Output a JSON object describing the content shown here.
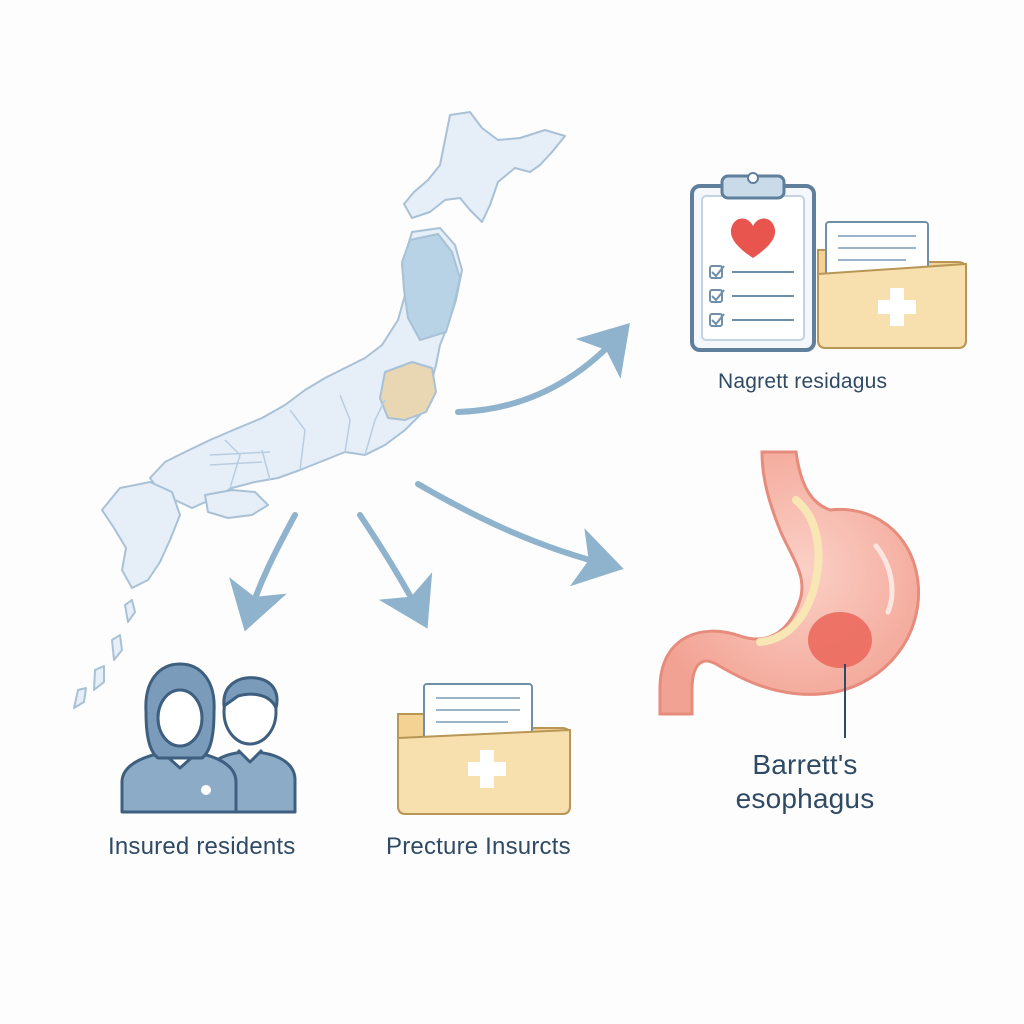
{
  "labels": {
    "records": "Nagrett residagus",
    "residents": "Insured residents",
    "insurance": "Precture Insurcts",
    "barretts_line1": "Barrett's",
    "barretts_line2": "esophagus"
  },
  "icons": {
    "map": "japan-map-icon",
    "clipboard": "clipboard-heart-icon",
    "folder": "medical-folder-icon",
    "people": "people-icon",
    "stomach": "stomach-icon"
  },
  "colors": {
    "map_fill": "#e6eef7",
    "map_stroke": "#a9c1d6",
    "region_blue": "#b8d3e6",
    "region_tan": "#e9d6b3",
    "arrow": "#8fb3cc",
    "text": "#2f4a64",
    "heart": "#e8554e",
    "folder": "#f6dfa8",
    "stomach": "#f5a898",
    "lesion": "#ec6a5e"
  }
}
